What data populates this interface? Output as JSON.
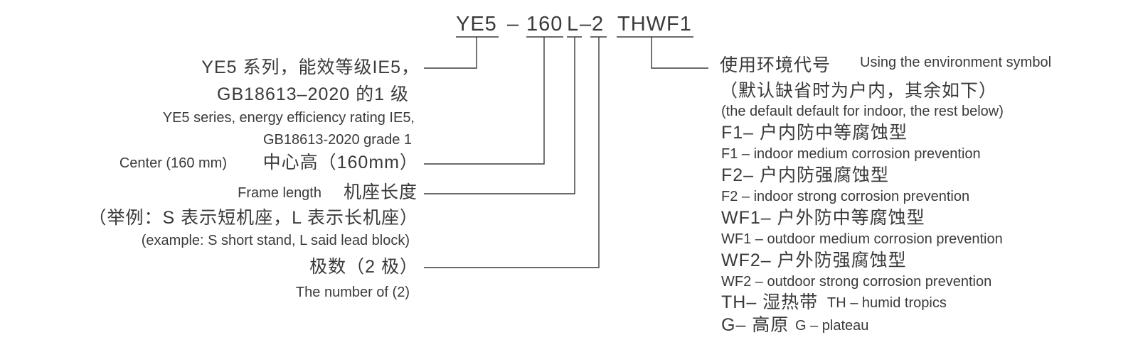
{
  "model_code": {
    "series": "YE5",
    "dash": "–",
    "center_height": "160",
    "frame": "L",
    "pole_dash": "–",
    "poles": "2",
    "environment": "THWF1"
  },
  "left": {
    "series_zh_1": "YE5 系列，能效等级IE5，",
    "series_zh_2": "GB18613–2020 的1 级",
    "series_en_1": "YE5 series, energy efficiency rating IE5,",
    "series_en_2": "GB18613-2020 grade 1",
    "center_en": "Center (160 mm)",
    "center_zh": "中心高（160mm）",
    "frame_en": "Frame length",
    "frame_zh": "机座长度",
    "frame_example_zh": "（举例：S 表示短机座，L 表示长机座）",
    "frame_example_en": "(example: S short stand, L said lead block)",
    "poles_zh": "极数（2 极）",
    "poles_en": "The number of (2)"
  },
  "right": {
    "env_zh": "使用环境代号",
    "env_en": "Using the environment symbol",
    "default_zh": "（默认缺省时为户内，其余如下）",
    "default_en": "(the default default for indoor, the rest below)",
    "f1_zh": "F1– 户内防中等腐蚀型",
    "f1_en": "F1 – indoor medium corrosion prevention",
    "f2_zh": "F2– 户内防强腐蚀型",
    "f2_en": "F2 – indoor strong corrosion prevention",
    "wf1_zh": "WF1– 户外防中等腐蚀型",
    "wf1_en": "WF1 – outdoor medium corrosion prevention",
    "wf2_zh": "WF2– 户外防强腐蚀型",
    "wf2_en": "WF2 – outdoor strong corrosion prevention",
    "th_zh": "TH– 湿热带",
    "th_en": "TH – humid tropics",
    "g_zh": "G– 高原",
    "g_en": "G – plateau"
  }
}
